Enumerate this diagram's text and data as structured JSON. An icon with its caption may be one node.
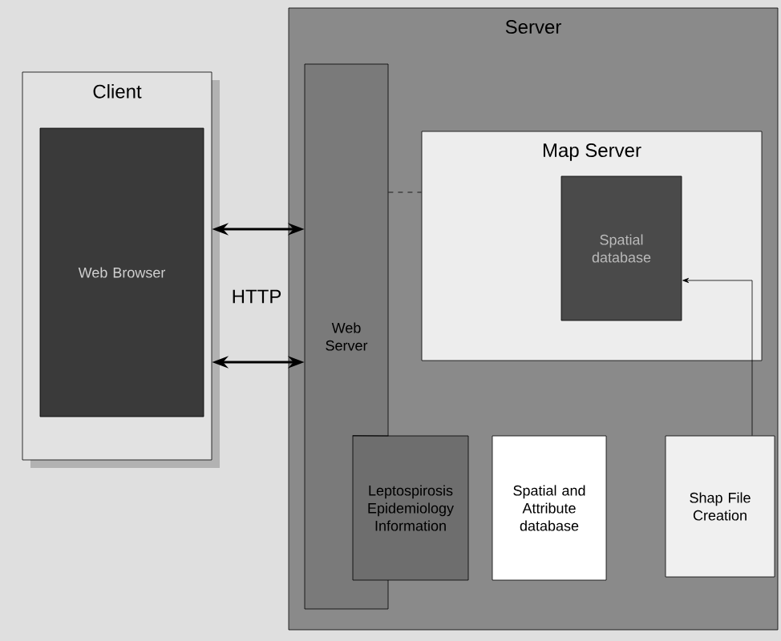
{
  "diagram": {
    "nodes": [
      {
        "text": [
          "Server"
        ]
      },
      {
        "text": [
          "Client"
        ]
      },
      {
        "text": [
          "Web Browser"
        ],
        "in": 1
      },
      {
        "text": [
          "Web Server"
        ],
        "in": 0
      },
      {
        "text": [
          "Map Server"
        ],
        "in": 0
      },
      {
        "text": [
          "Spatial database"
        ],
        "in": 4
      },
      {
        "text": [
          "Leptospirosis Epidemiology Information"
        ],
        "in": 0
      },
      {
        "text": [
          "Spatial and Attribute database"
        ],
        "in": 0
      },
      {
        "text": [
          "Shap File Creation"
        ],
        "in": 0
      }
    ],
    "edges": [
      {
        "from": 1,
        "to": 3,
        "arrow": "both"
      },
      {
        "from": 1,
        "to": 3,
        "arrow": "both"
      },
      {
        "from": 3,
        "to": 4,
        "arrow": "none",
        "style": "dashed"
      },
      {
        "from": 3,
        "to": 6,
        "arrow": "none"
      },
      {
        "from": 8,
        "to": 5,
        "arrow": "to"
      }
    ],
    "labels": [
      "HTTP"
    ]
  }
}
